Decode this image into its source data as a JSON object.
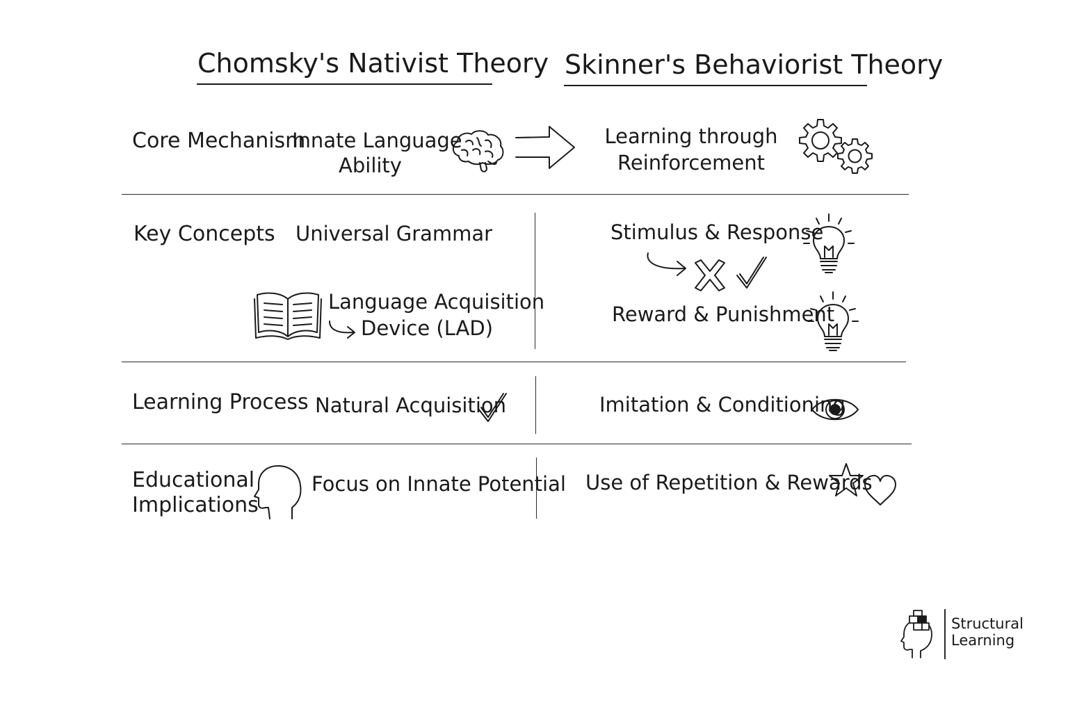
{
  "headers": {
    "left": "Chomsky's Nativist Theory",
    "right": "Skinner's Behaviorist Theory"
  },
  "rows": [
    {
      "label": "Core Mechanism",
      "left_lines": [
        "Innate Language",
        "Ability"
      ],
      "left_icon": "brain-icon",
      "middle_icon": "arrow-right-icon",
      "right_lines": [
        "Learning through",
        "Reinforcement"
      ],
      "right_icon": "gears-icon"
    },
    {
      "label": "Key Concepts",
      "left_item_1": "Universal Grammar",
      "left_item_2_lines": [
        "Language Acquisition",
        "Device (LAD)"
      ],
      "left_icon": "open-book-icon",
      "right_item_1": "Stimulus & Response",
      "right_item_1_icons": [
        "curved-arrow-icon",
        "cross-icon",
        "check-icon",
        "lightbulb-icon"
      ],
      "right_item_2": "Reward & Punishment",
      "right_item_2_icon": "lightbulb-icon"
    },
    {
      "label": "Learning Process",
      "left": "Natural Acquisition",
      "left_icon": "check-icon",
      "right": "Imitation & Conditioning",
      "right_icon": "eye-icon"
    },
    {
      "label_lines": [
        "Educational",
        "Implications"
      ],
      "label_icon": "head-profile-icon",
      "left": "Focus on Innate Potential",
      "right": "Use of Repetition & Rewards",
      "right_icons": [
        "star-icon",
        "heart-icon"
      ]
    }
  ],
  "logo": {
    "line1": "Structural",
    "line2": "Learning",
    "icon": "head-puzzle-logo-icon"
  },
  "colors": {
    "ink": "#1a1a1a",
    "background": "#ffffff"
  }
}
